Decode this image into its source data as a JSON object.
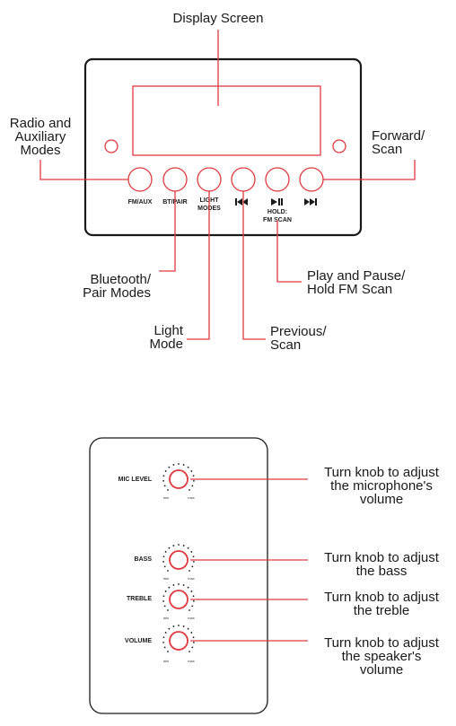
{
  "top_panel": {
    "callouts": {
      "display_screen": "Display Screen",
      "radio_aux_1": "Radio and",
      "radio_aux_2": "Auxiliary",
      "radio_aux_3": "Modes",
      "forward_1": "Forward/",
      "forward_2": "Scan",
      "bluetooth_1": "Bluetooth/",
      "bluetooth_2": "Pair Modes",
      "light_1": "Light",
      "light_2": "Mode",
      "previous_1": "Previous/",
      "previous_2": "Scan",
      "play_1": "Play and Pause/",
      "play_2": "Hold FM Scan"
    },
    "buttons": {
      "fm_aux": "FM/AUX",
      "bt_pair": "BT/PAIR",
      "light_1": "LIGHT",
      "light_2": "MODES",
      "hold_1": "HOLD:",
      "hold_2": "FM SCAN"
    }
  },
  "bottom_panel": {
    "knobs": {
      "mic": "MIC LEVEL",
      "bass": "BASS",
      "treble": "TREBLE",
      "volume": "VOLUME",
      "min": "min",
      "max": "max"
    },
    "callouts": {
      "mic_1": "Turn knob to adjust",
      "mic_2": "the microphone's",
      "mic_3": "volume",
      "bass_1": "Turn knob to adjust",
      "bass_2": "the bass",
      "treble_1": "Turn knob to adjust",
      "treble_2": "the treble",
      "volume_1": "Turn knob to adjust",
      "volume_2": "the speaker's",
      "volume_3": "volume"
    }
  },
  "colors": {
    "accent": "#e0393e",
    "ink": "#1a1a1a"
  }
}
